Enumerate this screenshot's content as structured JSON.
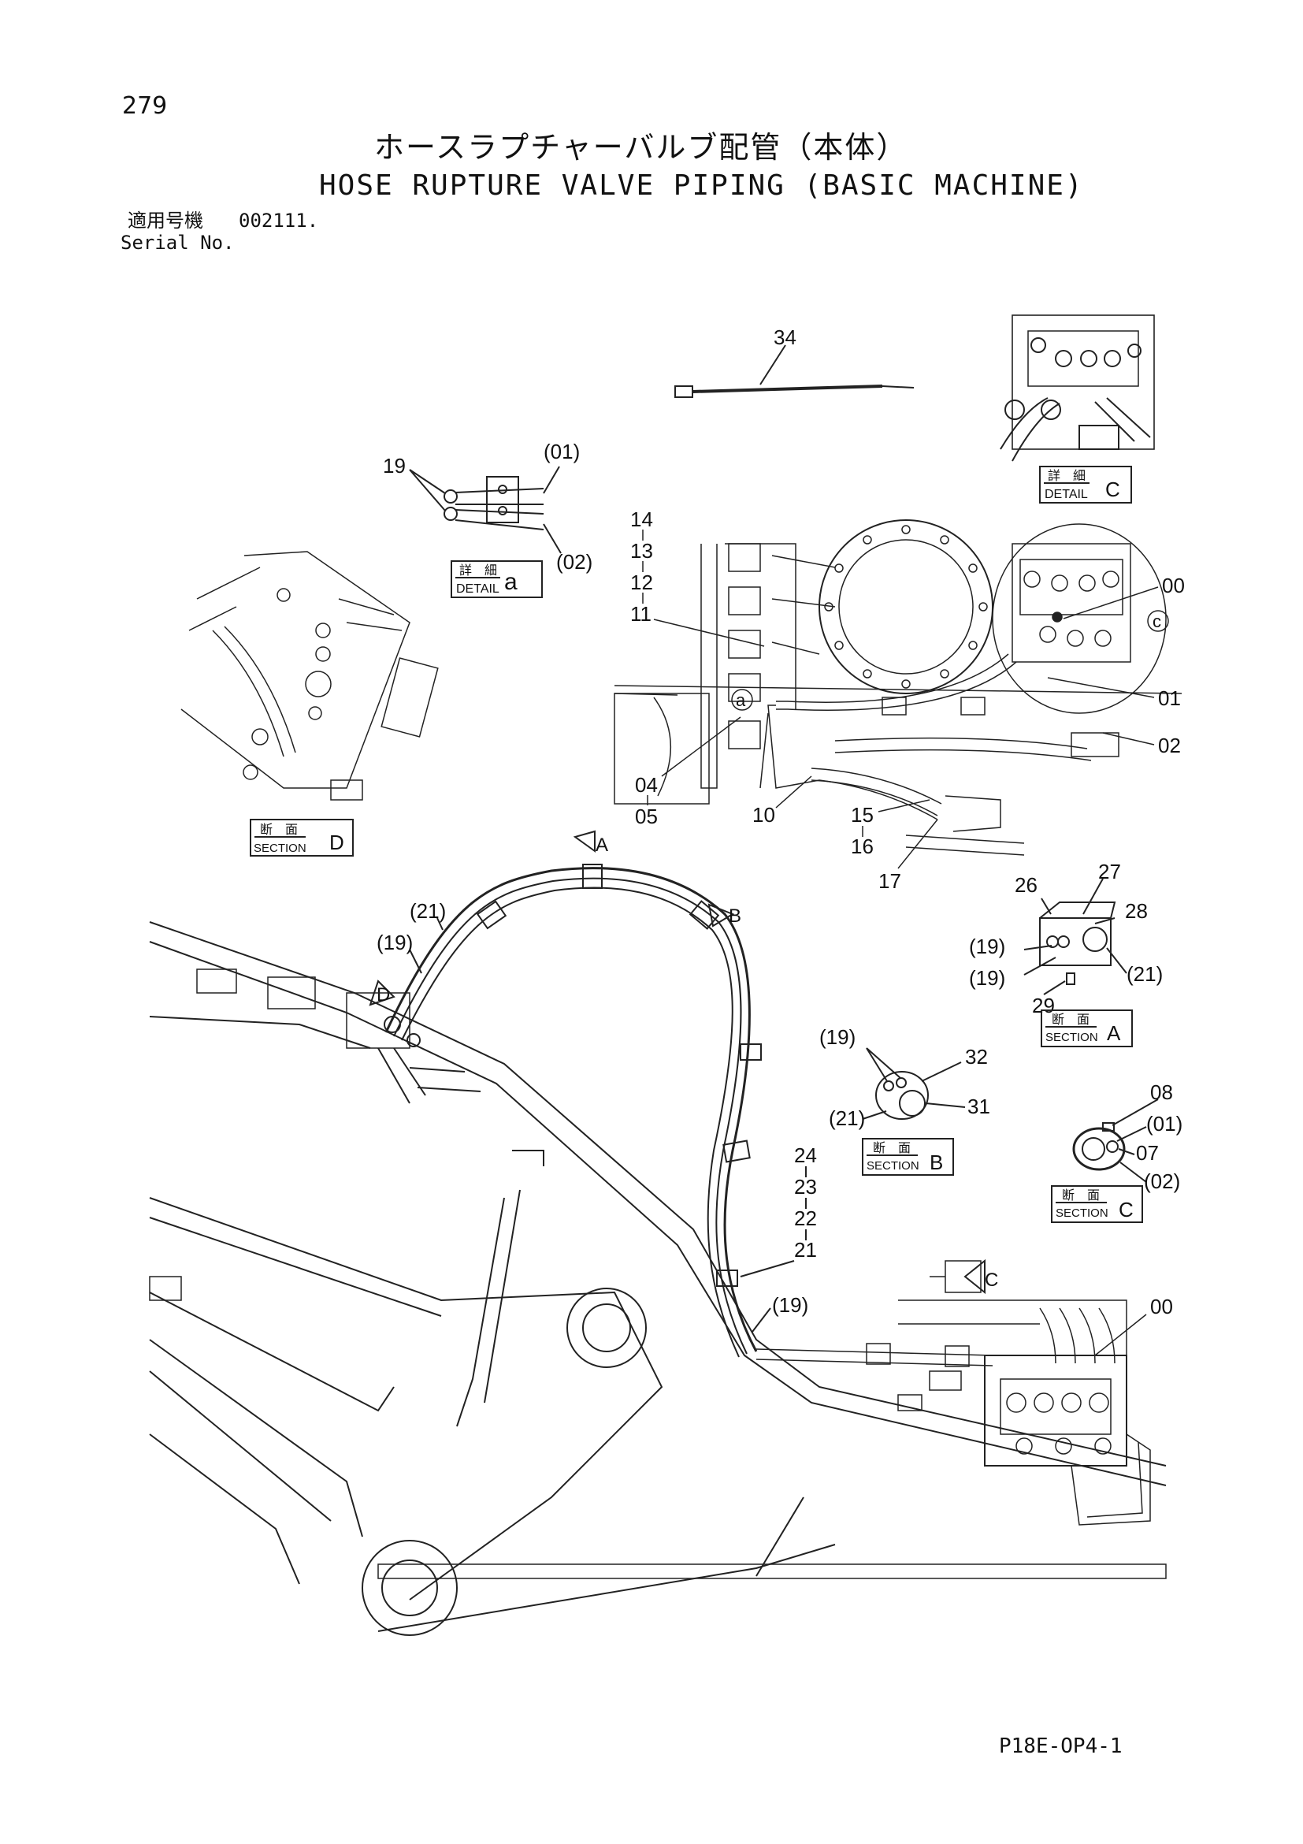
{
  "header": {
    "page_number": "279",
    "title_ja": "ホースラプチャーバルブ配管（本体）",
    "title_en": "HOSE RUPTURE VALVE PIPING (BASIC MACHINE)",
    "serial_label_ja": "適用号機",
    "serial_value": "002111.",
    "serial_label_en": "Serial No."
  },
  "footer": {
    "doc_code": "P18E-OP4-1"
  },
  "boxes": {
    "detail_a": {
      "ja": "詳　細",
      "en": "DETAIL",
      "letter": "a"
    },
    "detail_c": {
      "ja": "詳　細",
      "en": "DETAIL",
      "letter": "C"
    },
    "section_d": {
      "ja": "断　面",
      "en": "SECTION",
      "letter": "D"
    },
    "section_a": {
      "ja": "断　面",
      "en": "SECTION",
      "letter": "A"
    },
    "section_b": {
      "ja": "断　面",
      "en": "SECTION",
      "letter": "B"
    },
    "section_c": {
      "ja": "断　面",
      "en": "SECTION",
      "letter": "C"
    }
  },
  "callouts": {
    "c34": "34",
    "c19_da": "19",
    "c01_da": "(01)",
    "c02_da": "(02)",
    "c14": "14",
    "c13": "13",
    "c12": "12",
    "c11": "11",
    "c04": "04",
    "c05": "05",
    "c10": "10",
    "c15": "15",
    "c16": "16",
    "c17": "17",
    "c00_top": "00",
    "c01": "01",
    "c02": "02",
    "circ_a": "a",
    "circ_c": "c",
    "c26": "26",
    "c27": "27",
    "c28": "28",
    "c19_sa1": "(19)",
    "c19_sa2": "(19)",
    "c21_sa": "(21)",
    "c29": "29",
    "c19_sb": "(19)",
    "c32": "32",
    "c31": "31",
    "c21_sb": "(21)",
    "c08": "08",
    "c01_sc": "(01)",
    "c07": "07",
    "c02_sc": "(02)",
    "c21_boom": "(21)",
    "c19_boom": "(19)",
    "c24": "24",
    "c23": "23",
    "c22": "22",
    "c21": "21",
    "c19_low": "(19)",
    "c00_low": "00",
    "arrow_a": "A",
    "arrow_b": "B",
    "arrow_c": "C",
    "arrow_d": "D"
  }
}
